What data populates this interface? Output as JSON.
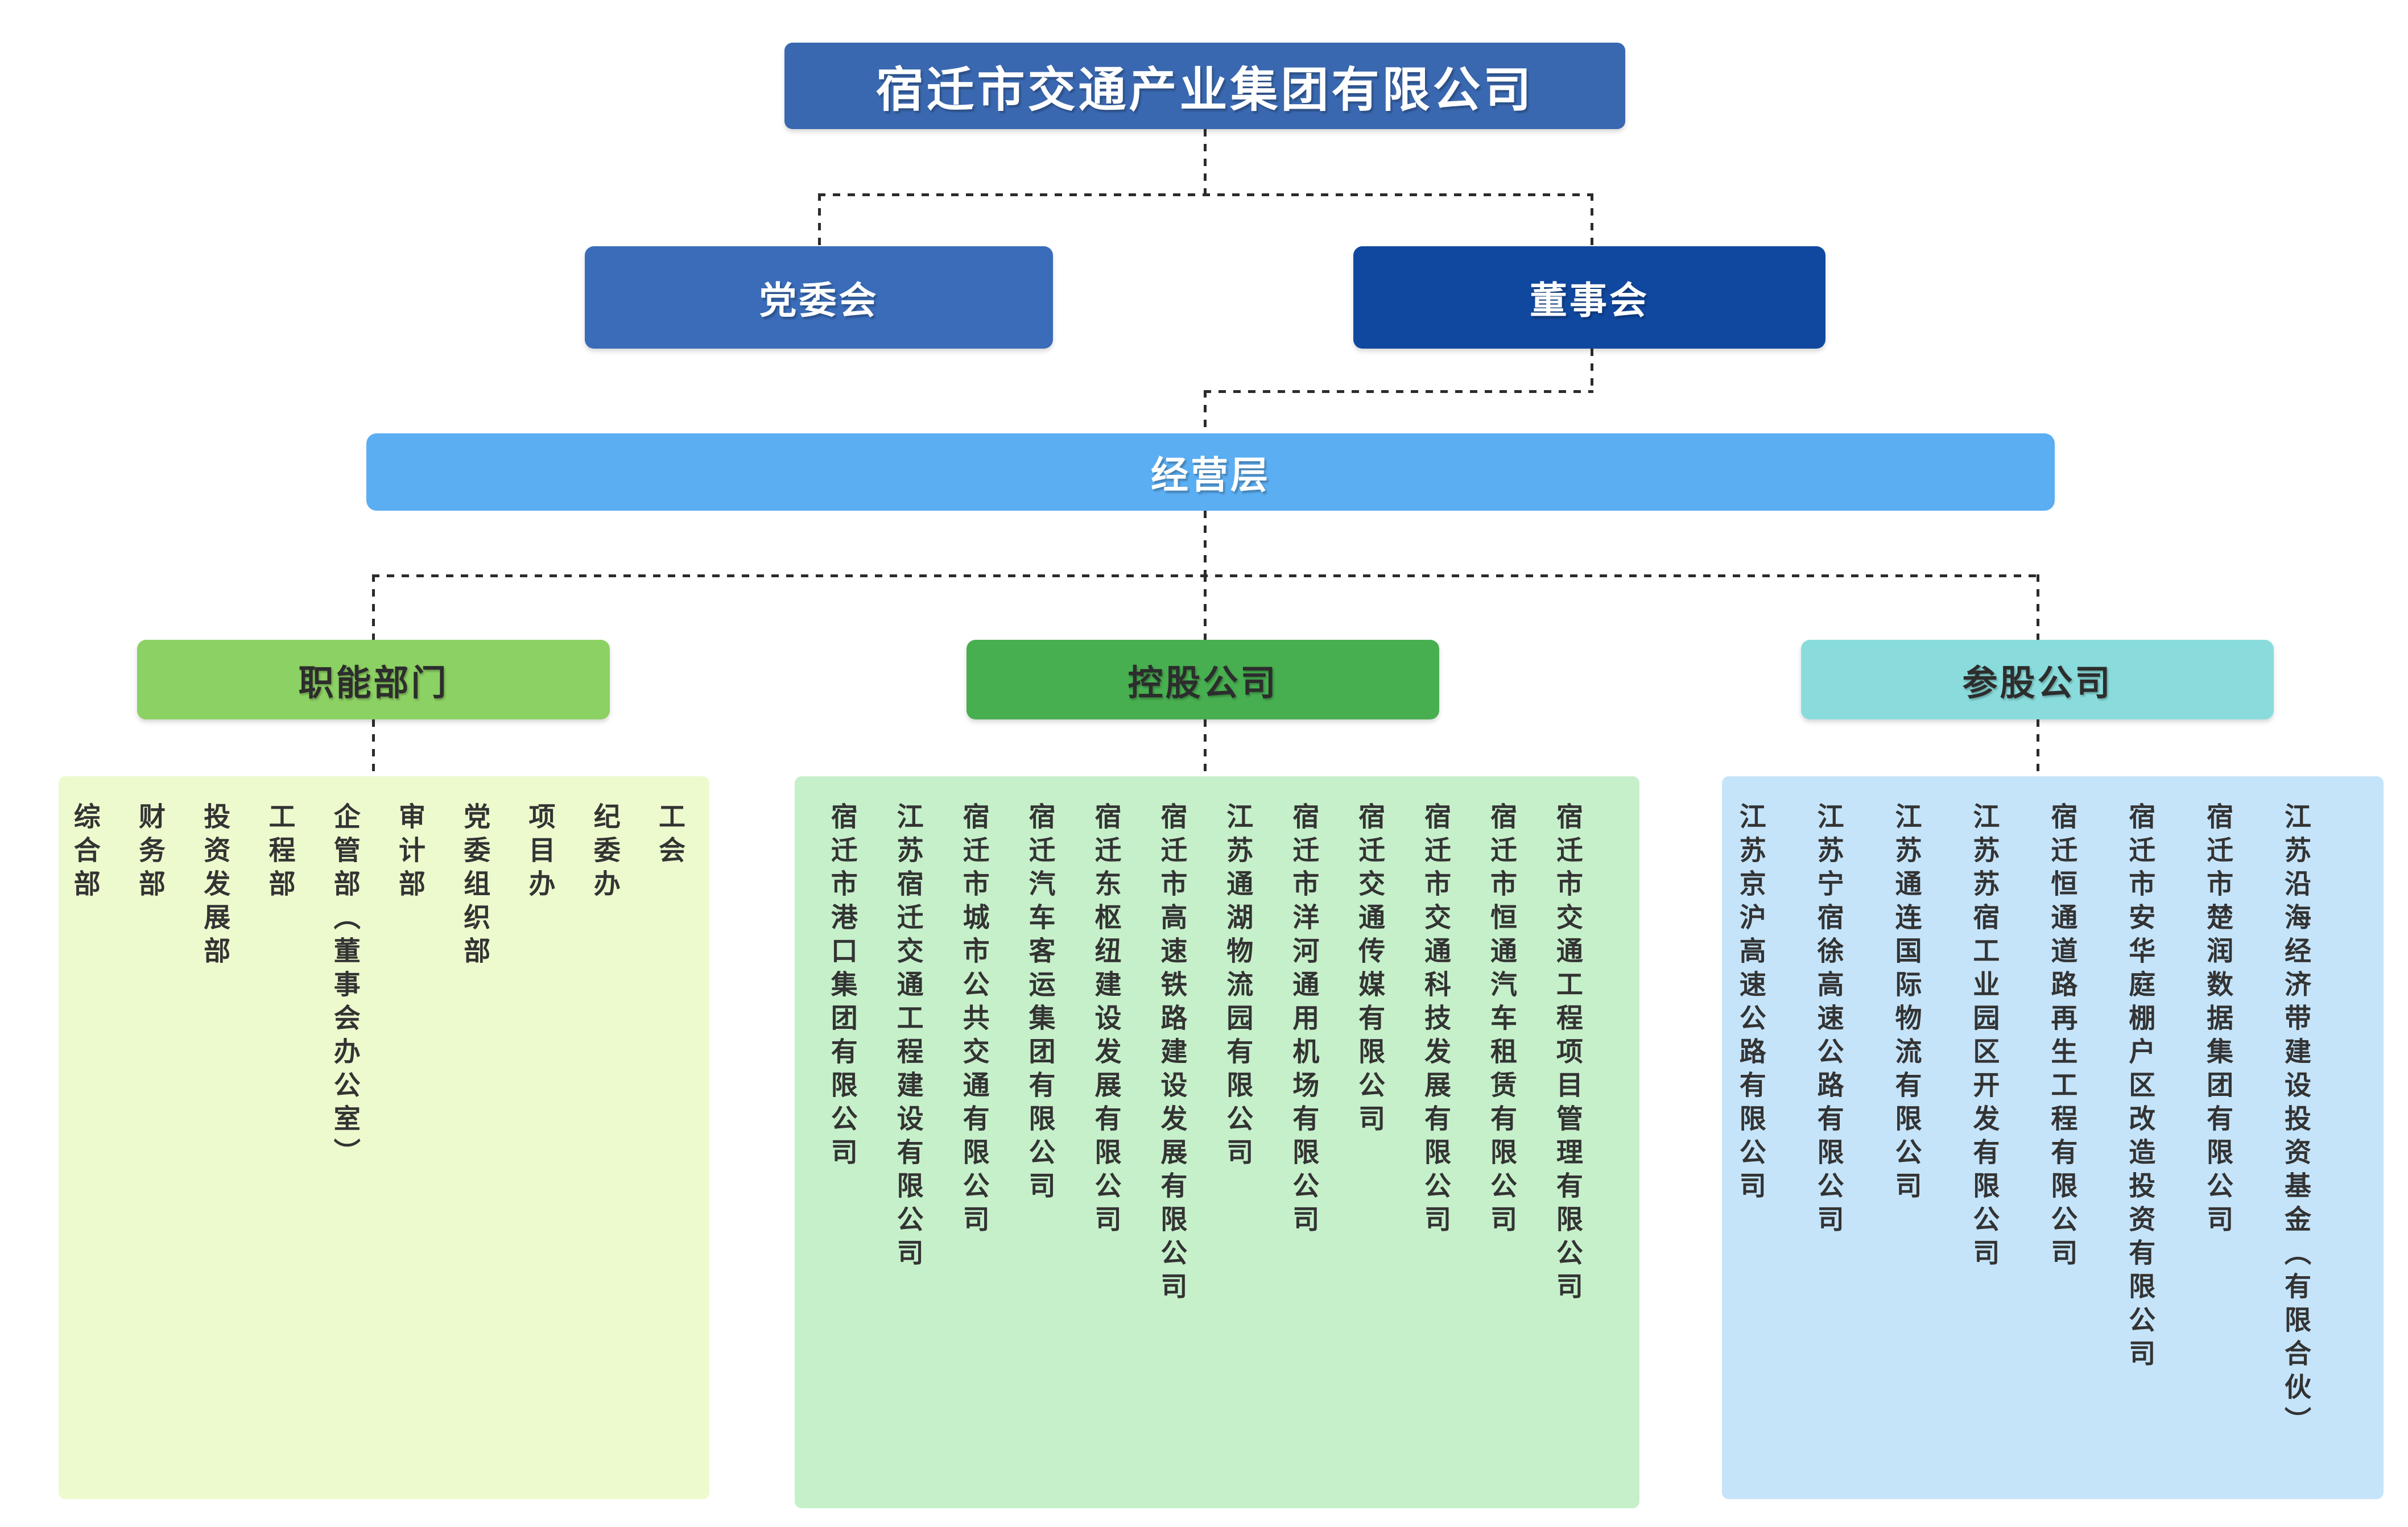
{
  "title": "宿迁市交通产业集团有限公司",
  "boards": {
    "party": "党委会",
    "directors": "董事会"
  },
  "management": "经营层",
  "groups": [
    {
      "label": "职能部门",
      "items": [
        "综合部",
        "财务部",
        "投资发展部",
        "工程部",
        "企管部（董事会办公室）",
        "审计部",
        "党委组织部",
        "项目办",
        "纪委办",
        "工会"
      ]
    },
    {
      "label": "控股公司",
      "items": [
        "宿迁市港口集团有限公司",
        "江苏宿迁交通工程建设有限公司",
        "宿迁市城市公共交通有限公司",
        "宿迁汽车客运集团有限公司",
        "宿迁东枢纽建设发展有限公司",
        "宿迁市高速铁路建设发展有限公司",
        "江苏通湖物流园有限公司",
        "宿迁市洋河通用机场有限公司",
        "宿迁交通传媒有限公司",
        "宿迁市交通科技发展有限公司",
        "宿迁市恒通汽车租赁有限公司",
        "宿迁市交通工程项目管理有限公司"
      ]
    },
    {
      "label": "参股公司",
      "items": [
        "江苏京沪高速公路有限公司",
        "江苏宁宿徐高速公路有限公司",
        "江苏通连国际物流有限公司",
        "江苏苏宿工业园区开发有限公司",
        "宿迁恒通道路再生工程有限公司",
        "宿迁市安华庭棚户区改造投资有限公司",
        "宿迁市楚润数据集团有限公司",
        "江苏沿海经济带建设投资基金（有限合伙）"
      ]
    }
  ],
  "colors": {
    "title_box": "#3a68b0",
    "party_box": "#3a6cb9",
    "board_box": "#11489f",
    "management_bar": "#5baef2",
    "functional_header": "#8cd163",
    "holding_header": "#47af50",
    "invested_header": "#8adcdc",
    "functional_panel": "#ecfacd",
    "holding_panel": "#c6f0ca",
    "invested_panel": "#c5e4fa",
    "connector": "#2b2b2b",
    "panel_text": "#333333",
    "header_text": "#2d2d2d"
  }
}
